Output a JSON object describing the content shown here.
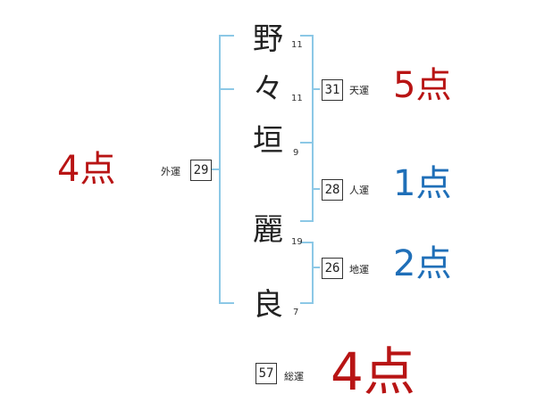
{
  "name": [
    {
      "char": "野",
      "strokes": "11"
    },
    {
      "char": "々",
      "strokes": "11"
    },
    {
      "char": "垣",
      "strokes": "9"
    },
    {
      "char": "麗",
      "strokes": "19"
    },
    {
      "char": "良",
      "strokes": "7"
    }
  ],
  "tenkaku": {
    "value": "31",
    "label": "天運",
    "score": "5点"
  },
  "jinkaku": {
    "value": "28",
    "label": "人運",
    "score": "1点"
  },
  "chikaku": {
    "value": "26",
    "label": "地運",
    "score": "2点"
  },
  "gaikaku": {
    "value": "29",
    "label": "外運",
    "score": "4点"
  },
  "soukaku": {
    "value": "57",
    "label": "総運",
    "score": "4点"
  },
  "colors": {
    "line": "#8cc8e6",
    "red": "#b81414",
    "blue": "#1f6fb8"
  }
}
